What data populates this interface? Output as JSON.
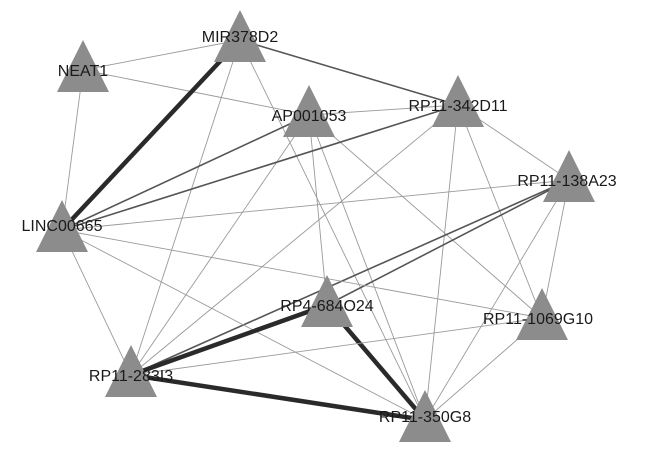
{
  "title": "lncRNA co-expression network",
  "colors": {
    "node": "#8c8c8c",
    "edge_thin": "#9a9a9a",
    "edge_medium": "#555555",
    "edge_thick": "#2a2a2a"
  },
  "nodes": [
    {
      "id": "NEAT1",
      "label": "NEAT1"
    },
    {
      "id": "MIR378D2",
      "label": "MIR378D2"
    },
    {
      "id": "AP001053",
      "label": "AP001053"
    },
    {
      "id": "RP11-342D11",
      "label": "RP11-342D11"
    },
    {
      "id": "RP11-138A23",
      "label": "RP11-138A23"
    },
    {
      "id": "LINC00665",
      "label": "LINC00665"
    },
    {
      "id": "RP4-684O24",
      "label": "RP4-684O24"
    },
    {
      "id": "RP11-1069G10",
      "label": "RP11-1069G10"
    },
    {
      "id": "RP11-283I3",
      "label": "RP11-283I3"
    },
    {
      "id": "RP11-350G8",
      "label": "RP11-350G8"
    }
  ],
  "edges": [
    {
      "source": "NEAT1",
      "target": "MIR378D2",
      "weight": 1
    },
    {
      "source": "NEAT1",
      "target": "AP001053",
      "weight": 1
    },
    {
      "source": "NEAT1",
      "target": "LINC00665",
      "weight": 1
    },
    {
      "source": "MIR378D2",
      "target": "RP11-342D11",
      "weight": 2
    },
    {
      "source": "MIR378D2",
      "target": "LINC00665",
      "weight": 4
    },
    {
      "source": "MIR378D2",
      "target": "RP11-283I3",
      "weight": 1
    },
    {
      "source": "MIR378D2",
      "target": "RP11-350G8",
      "weight": 1
    },
    {
      "source": "AP001053",
      "target": "RP11-342D11",
      "weight": 1
    },
    {
      "source": "AP001053",
      "target": "LINC00665",
      "weight": 2
    },
    {
      "source": "AP001053",
      "target": "RP11-283I3",
      "weight": 1
    },
    {
      "source": "AP001053",
      "target": "RP4-684O24",
      "weight": 1
    },
    {
      "source": "AP001053",
      "target": "RP11-350G8",
      "weight": 1
    },
    {
      "source": "AP001053",
      "target": "RP11-1069G10",
      "weight": 1
    },
    {
      "source": "RP11-342D11",
      "target": "LINC00665",
      "weight": 2
    },
    {
      "source": "RP11-342D11",
      "target": "RP11-283I3",
      "weight": 1
    },
    {
      "source": "RP11-342D11",
      "target": "RP11-350G8",
      "weight": 1
    },
    {
      "source": "RP11-342D11",
      "target": "RP11-1069G10",
      "weight": 1
    },
    {
      "source": "RP11-342D11",
      "target": "RP11-138A23",
      "weight": 1
    },
    {
      "source": "RP11-138A23",
      "target": "LINC00665",
      "weight": 1
    },
    {
      "source": "RP11-138A23",
      "target": "RP4-684O24",
      "weight": 2
    },
    {
      "source": "RP11-138A23",
      "target": "RP11-283I3",
      "weight": 2
    },
    {
      "source": "RP11-138A23",
      "target": "RP11-350G8",
      "weight": 1
    },
    {
      "source": "RP11-138A23",
      "target": "RP11-1069G10",
      "weight": 1
    },
    {
      "source": "LINC00665",
      "target": "RP11-1069G10",
      "weight": 1
    },
    {
      "source": "LINC00665",
      "target": "RP11-283I3",
      "weight": 1
    },
    {
      "source": "LINC00665",
      "target": "RP11-350G8",
      "weight": 1
    },
    {
      "source": "RP4-684O24",
      "target": "RP11-283I3",
      "weight": 4
    },
    {
      "source": "RP4-684O24",
      "target": "RP11-350G8",
      "weight": 4
    },
    {
      "source": "RP11-283I3",
      "target": "RP11-350G8",
      "weight": 4
    },
    {
      "source": "RP11-283I3",
      "target": "RP11-1069G10",
      "weight": 1
    },
    {
      "source": "RP11-1069G10",
      "target": "RP11-350G8",
      "weight": 1
    }
  ]
}
